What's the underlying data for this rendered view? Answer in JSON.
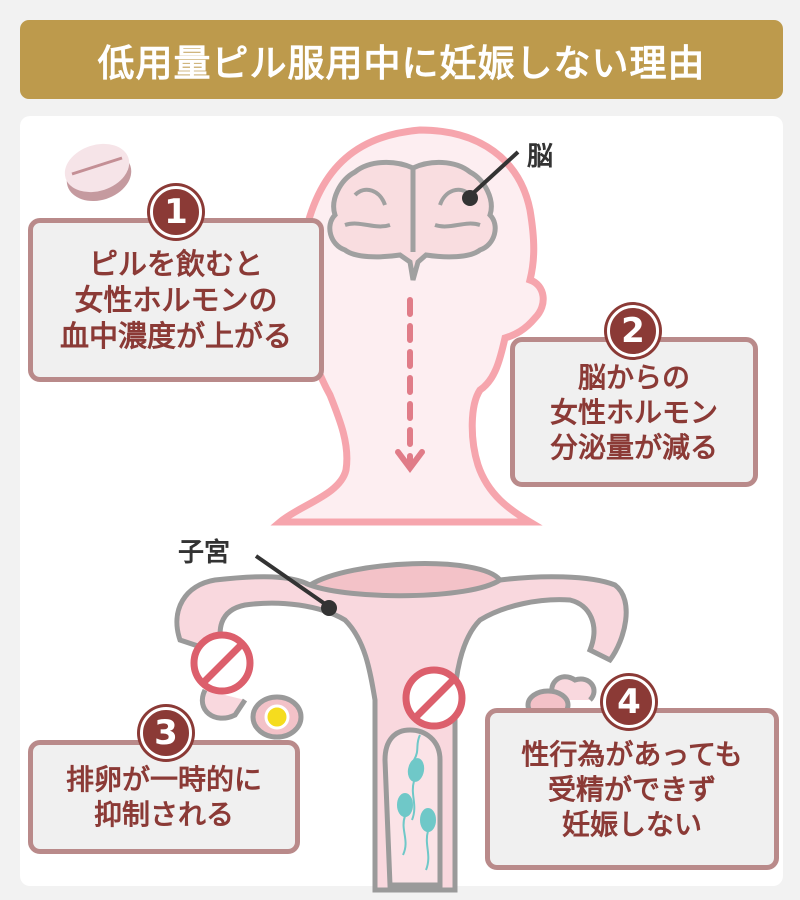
{
  "title": "低用量ピル服用中に妊娠しない理由",
  "labels": {
    "brain": "脳",
    "uterus": "子宮"
  },
  "steps": [
    {
      "number": "1",
      "lines": [
        "ピルを飲むと",
        "女性ホルモンの",
        "血中濃度が上がる"
      ]
    },
    {
      "number": "2",
      "lines": [
        "脳からの",
        "女性ホルモン",
        "分泌量が減る"
      ]
    },
    {
      "number": "3",
      "lines": [
        "排卵が一時的に",
        "抑制される"
      ]
    },
    {
      "number": "4",
      "lines": [
        "性行為があっても",
        "受精ができず",
        "妊娠しない"
      ]
    }
  ],
  "icons": {
    "pill": "pill-icon",
    "prohibited": "prohibited-icon",
    "egg": "egg-icon",
    "sperm": "sperm-icon",
    "arrow": "dashed-arrow-down-icon"
  },
  "colors": {
    "title_bg": "#bd9a4c",
    "accent": "#8b3a36",
    "box_border": "#b98a8a",
    "prohibit": "#dc5f6c",
    "head_outline": "#f6a5ad",
    "sperm": "#6fc8c8",
    "egg": "#f5dc1e"
  }
}
